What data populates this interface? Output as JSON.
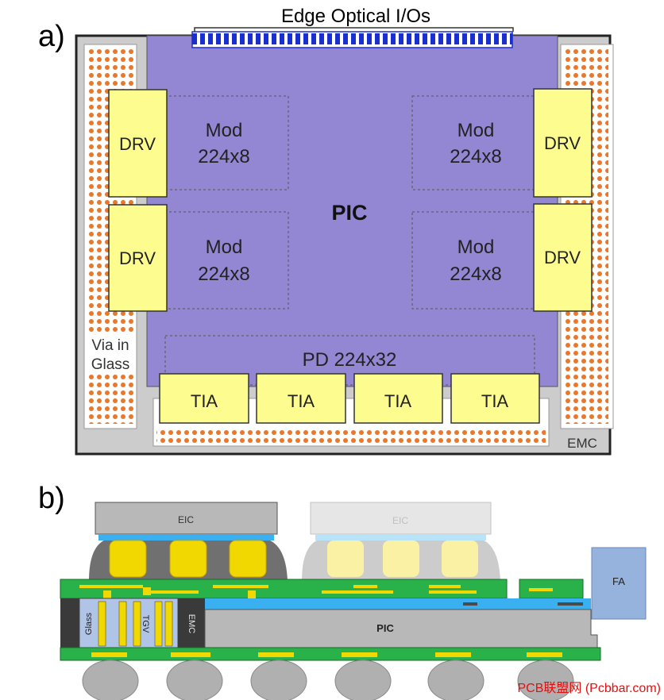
{
  "panel_a": {
    "label": "a)",
    "edge_io": "Edge Optical I/Os",
    "pic": "PIC",
    "drv": [
      "DRV",
      "DRV",
      "DRV",
      "DRV"
    ],
    "mod": [
      {
        "l1": "Mod",
        "l2": "224x8"
      },
      {
        "l1": "Mod",
        "l2": "224x8"
      },
      {
        "l1": "Mod",
        "l2": "224x8"
      },
      {
        "l1": "Mod",
        "l2": "224x8"
      }
    ],
    "pd": "PD 224x32",
    "tia": [
      "TIA",
      "TIA",
      "TIA",
      "TIA"
    ],
    "via_l1": "Via in",
    "via_l2": "Glass",
    "emc": "EMC",
    "colors": {
      "pic": "#9387d4",
      "chip": "#fdfd8f",
      "frame": "#cccccc",
      "via": "#e8782c",
      "io": "#1a2fd0"
    }
  },
  "panel_b": {
    "label": "b)",
    "eic_1": "EIC",
    "eic_2": "EIC",
    "fa": "FA",
    "glass": "Glass",
    "tgv": "TGV",
    "emc": "EMC",
    "pic": "PIC",
    "colors": {
      "rdl": "#2ab24a",
      "metal": "#f1d800",
      "pic": "#b8b8b8",
      "waveguide": "#3ab0f0",
      "fa": "#96b3dd",
      "mold": "#707070"
    }
  },
  "watermark": "PCB联盟网 (Pcbbar.com)"
}
